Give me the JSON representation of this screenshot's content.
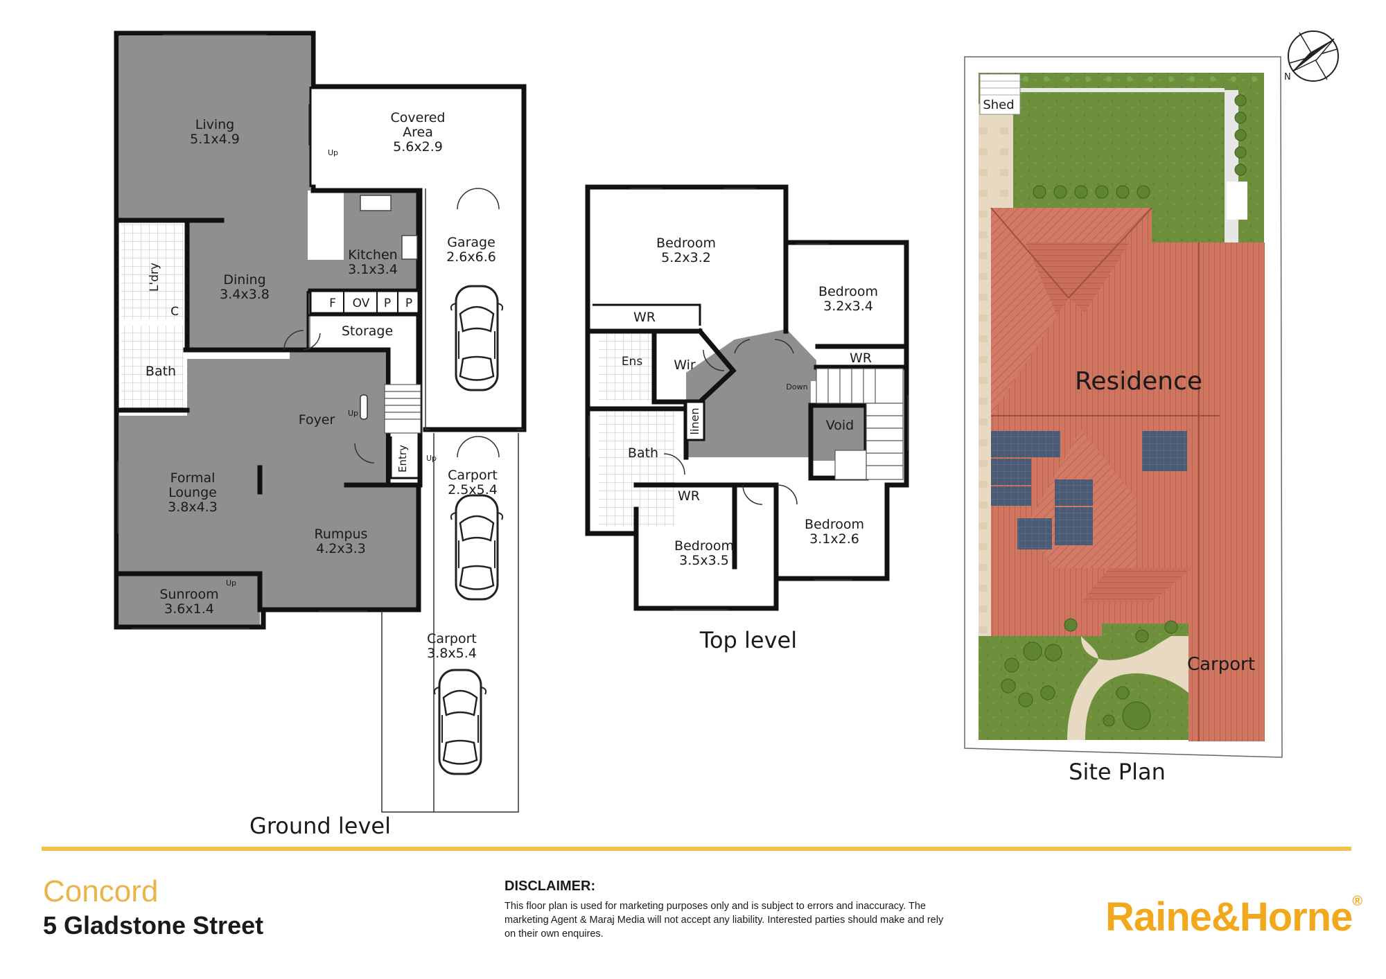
{
  "ground_level": {
    "caption": "Ground level",
    "rooms": {
      "living": {
        "name": "Living",
        "size": "5.1x4.9"
      },
      "covered_area": {
        "name_line1": "Covered",
        "name_line2": "Area",
        "size": "5.6x2.9"
      },
      "dining": {
        "name": "Dining",
        "size": "3.4x3.8"
      },
      "kitchen": {
        "name": "Kitchen",
        "size": "3.1x3.4"
      },
      "garage": {
        "name": "Garage",
        "size": "2.6x6.6"
      },
      "laundry": {
        "name": "L'dry"
      },
      "bath": {
        "name": "Bath"
      },
      "storage": {
        "name": "Storage"
      },
      "foyer": {
        "name": "Foyer"
      },
      "entry": {
        "name": "Entry"
      },
      "formal_lounge": {
        "name_line1": "Formal",
        "name_line2": "Lounge",
        "size": "3.8x4.3"
      },
      "rumpus": {
        "name": "Rumpus",
        "size": "4.2x3.3"
      },
      "sunroom": {
        "name": "Sunroom",
        "size": "3.6x1.4"
      },
      "carport_front": {
        "name": "Carport",
        "size": "2.5x5.4"
      },
      "carport_rear": {
        "name": "Carport",
        "size": "3.8x5.4"
      }
    },
    "cabinet_labels": [
      "F",
      "OV",
      "P",
      "P"
    ],
    "cupboard_label": "C",
    "up_labels": [
      "Up",
      "Up",
      "Up",
      "Up"
    ]
  },
  "top_level": {
    "caption": "Top level",
    "rooms": {
      "bedroom1": {
        "name": "Bedroom",
        "size": "5.2x3.2"
      },
      "bedroom2": {
        "name": "Bedroom",
        "size": "3.2x3.4"
      },
      "bedroom3": {
        "name": "Bedroom",
        "size": "3.5x3.5"
      },
      "bedroom4": {
        "name": "Bedroom",
        "size": "3.1x2.6"
      },
      "wr1": {
        "name": "WR"
      },
      "wr2": {
        "name": "WR"
      },
      "wr3": {
        "name": "WR"
      },
      "ensuite": {
        "name": "Ens"
      },
      "wir": {
        "name": "Wir"
      },
      "bath": {
        "name": "Bath"
      },
      "linen": {
        "name": "linen"
      },
      "void": {
        "name": "Void"
      }
    },
    "down_label": "Down"
  },
  "site_plan": {
    "caption": "Site Plan",
    "labels": {
      "shed": "Shed",
      "residence": "Residence",
      "carport": "Carport"
    },
    "colors": {
      "lawn": "#6e8f3c",
      "roof": "#cf7560",
      "roof_dark": "#b9604d",
      "paving": "#e7d9c2",
      "solar": "#4a5b73"
    }
  },
  "compass": {
    "label": "N"
  },
  "footer": {
    "suburb": "Concord",
    "address": "5 Gladstone Street",
    "disclaimer_title": "DISCLAIMER:",
    "disclaimer_text": "This floor plan is used for marketing purposes only and is subject to errors and inaccuracy. The marketing Agent & Maraj Media will not accept any liability. Interested parties should make and rely on their own enquires.",
    "brand": "Raine&Horne"
  }
}
